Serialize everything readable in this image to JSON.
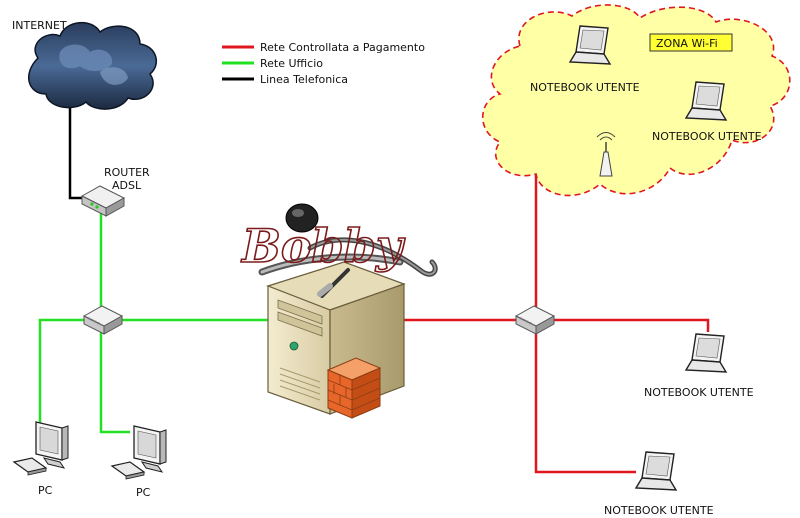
{
  "labels": {
    "internet": "INTERNET",
    "router_line1": "ROUTER",
    "router_line2": "ADSL",
    "wifi_zone": "ZONA Wi-Fi",
    "notebook_top_left": "NOTEBOOK UTENTE",
    "notebook_top_right": "NOTEBOOK UTENTE",
    "notebook_mid_right": "NOTEBOOK UTENTE",
    "notebook_bottom": "NOTEBOOK UTENTE",
    "pc_left": "PC",
    "pc_right": "PC",
    "logo_text": "Bobby"
  },
  "legend": [
    {
      "label": "Rete Controllata a Pagamento",
      "color": "#e0171f"
    },
    {
      "label": "Rete Ufficio",
      "color": "#22e022"
    },
    {
      "label": "Linea Telefonica",
      "color": "#000000"
    }
  ],
  "colors": {
    "paid_network": "#e0171f",
    "office_network": "#22e022",
    "phone_line": "#000000",
    "wifi_cloud_fill": "#ffffa6",
    "wifi_cloud_stroke": "#e0171f",
    "wifi_label_fill": "#ffff33"
  },
  "icons": [
    "cloud-icon",
    "router-icon",
    "switch-icon",
    "server-icon",
    "firewall-icon",
    "laptop-icon",
    "desktop-pc-icon",
    "antenna-icon"
  ]
}
